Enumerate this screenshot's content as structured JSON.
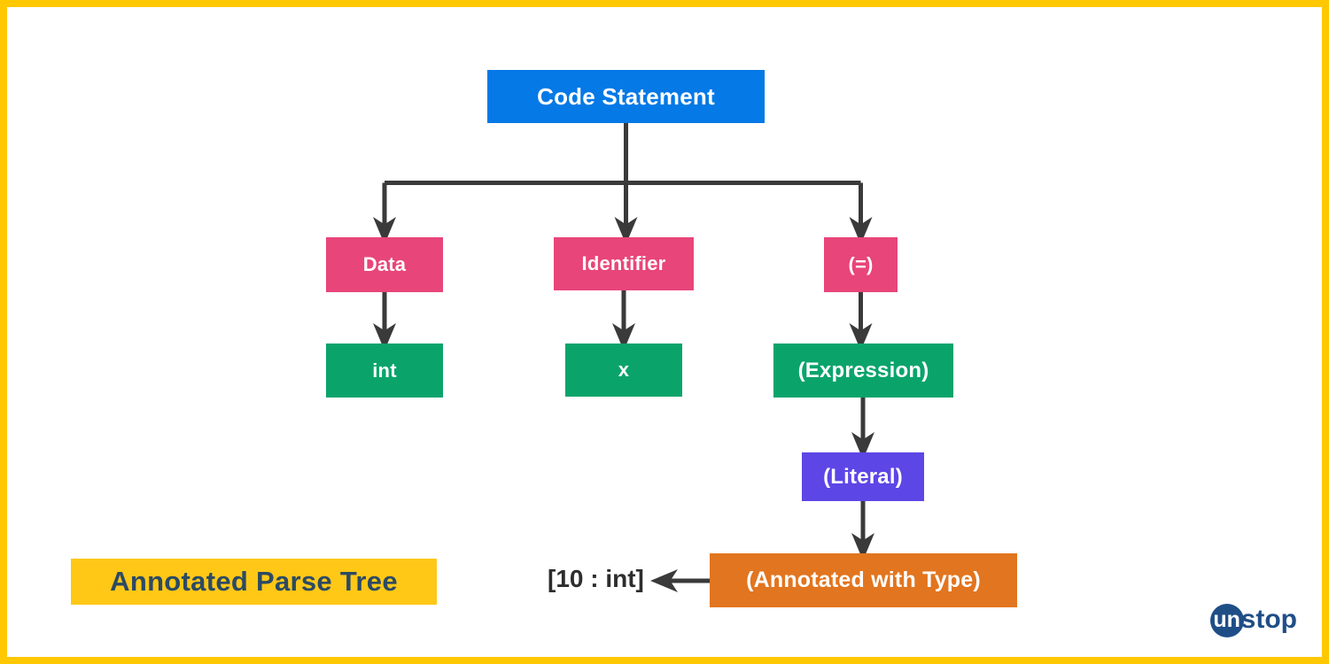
{
  "figure": {
    "title": "Annotated Parse Tree",
    "frame_color": "#FFC800",
    "background": "#ffffff"
  },
  "diagram": {
    "type": "tree",
    "nodes": [
      {
        "id": "root",
        "label": "Code Statement",
        "color": "#0579E6",
        "level": 0
      },
      {
        "id": "data",
        "label": "Data",
        "color": "#E8457A",
        "level": 1
      },
      {
        "id": "identifier",
        "label": "Identifier",
        "color": "#E8457A",
        "level": 1
      },
      {
        "id": "equals",
        "label": "(=)",
        "color": "#E8457A",
        "level": 1
      },
      {
        "id": "int",
        "label": "int",
        "color": "#0AA46B",
        "level": 2
      },
      {
        "id": "x",
        "label": "x",
        "color": "#0AA46B",
        "level": 2
      },
      {
        "id": "expression",
        "label": "(Expression)",
        "color": "#0AA46B",
        "level": 2
      },
      {
        "id": "literal",
        "label": "(Literal)",
        "color": "#5C46E6",
        "level": 3
      },
      {
        "id": "annotated",
        "label": "(Annotated with Type)",
        "color": "#E2751F",
        "level": 4
      }
    ],
    "edges": [
      {
        "from": "root",
        "to": "data"
      },
      {
        "from": "root",
        "to": "identifier"
      },
      {
        "from": "root",
        "to": "equals"
      },
      {
        "from": "data",
        "to": "int"
      },
      {
        "from": "identifier",
        "to": "x"
      },
      {
        "from": "equals",
        "to": "expression"
      },
      {
        "from": "expression",
        "to": "literal"
      },
      {
        "from": "literal",
        "to": "annotated"
      },
      {
        "from": "annotated",
        "to": "annotation_value"
      }
    ],
    "annotation_value": "[10 : int]",
    "connector_color": "#3A3A3A"
  },
  "brand": {
    "logo_mark": "un",
    "logo_word": "stop",
    "color": "#1F4E87"
  }
}
